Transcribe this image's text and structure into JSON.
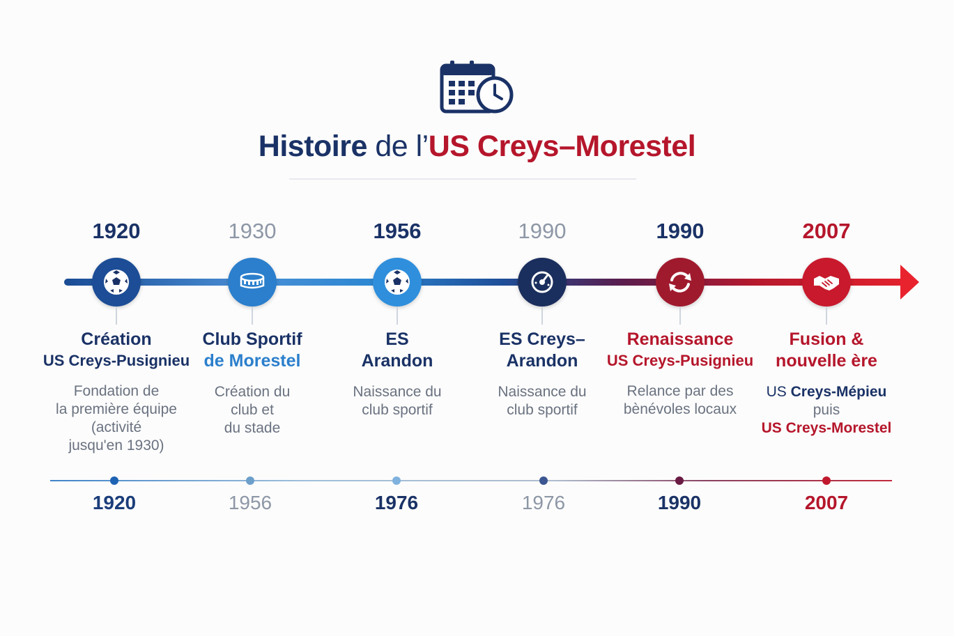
{
  "header": {
    "icon": "calendar-clock-icon",
    "title_part1": "Histoire",
    "title_part2": " de l’",
    "title_part3": "US Creys–Morestel",
    "colors": {
      "navy": "#1a3266",
      "red": "#b5162b"
    }
  },
  "events": [
    {
      "year": "1920",
      "year_style": "bold",
      "year_color": "#1a3266",
      "icon": "soccer-ball-icon",
      "node_color": "#1c4d96",
      "title_line1": "Création",
      "title_line2": "US Creys-Pusignieu",
      "title_color": "#1a3266",
      "desc_line1": "Fondation de",
      "desc_line2": "la première équipe",
      "desc_line3": "(activité",
      "desc_line4": "jusqu'en 1930)"
    },
    {
      "year": "1930",
      "year_style": "muted",
      "year_color": "#8d97a6",
      "icon": "stadium-icon",
      "node_color": "#2b7fcc",
      "title_line1": "Club Sportif",
      "title_line2": "de Morestel",
      "title_color": "#1a3266",
      "title_line2_color": "#2b7fcc",
      "desc_line1": "Création du",
      "desc_line2": "club et",
      "desc_line3": "du stade"
    },
    {
      "year": "1956",
      "year_style": "bold",
      "year_color": "#1a3266",
      "icon": "soccer-ball-icon",
      "node_color": "#2f8fdc",
      "title_line1": "ES",
      "title_line2": "Arandon",
      "title_color": "#1a3266",
      "desc_line1": "Naissance du",
      "desc_line2": "club sportif"
    },
    {
      "year": "1990",
      "year_style": "muted",
      "year_color": "#8d97a6",
      "icon": "whistle-icon",
      "node_color": "#1b2f5e",
      "title_line1": "ES Creys–",
      "title_line2": "Arandon",
      "title_color": "#1a3266",
      "desc_line1": "Naissance du",
      "desc_line2": "club sportif"
    },
    {
      "year": "1990",
      "year_style": "bold",
      "year_color": "#1a3266",
      "icon": "refresh-icon",
      "node_color": "#a01a2e",
      "title_line1": "Renaissance",
      "title_line2": "US Creys-Pusignieu",
      "title_color": "#b5162b",
      "desc_line1": "Relance par des",
      "desc_line2": "bènévoles locaux"
    },
    {
      "year": "2007",
      "year_style": "bold",
      "year_color": "#b5162b",
      "icon": "handshake-icon",
      "node_color": "#c8192d",
      "title_line1": "Fusion &",
      "title_line2": "nouvelle ère",
      "title_color": "#b5162b",
      "desc_line1": "US Creys-Mépieu",
      "desc_line2": "puis",
      "desc_line3": "US Creys-Morestel"
    }
  ],
  "bottom_axis": [
    {
      "year": "1920",
      "style": "bold",
      "color": "#1a3d7a",
      "dot_color": "#1e63b3"
    },
    {
      "year": "1956",
      "style": "muted",
      "color": "#8d97a6",
      "dot_color": "#6d9fcb"
    },
    {
      "year": "1976",
      "style": "bold",
      "color": "#1a3266",
      "dot_color": "#7fb2de"
    },
    {
      "year": "1976",
      "style": "muted",
      "color": "#8d97a6",
      "dot_color": "#3b5690"
    },
    {
      "year": "1990",
      "style": "bold",
      "color": "#1a3266",
      "dot_color": "#6a1b44"
    },
    {
      "year": "2007",
      "style": "bold",
      "color": "#b5162b",
      "dot_color": "#c0192d"
    }
  ]
}
